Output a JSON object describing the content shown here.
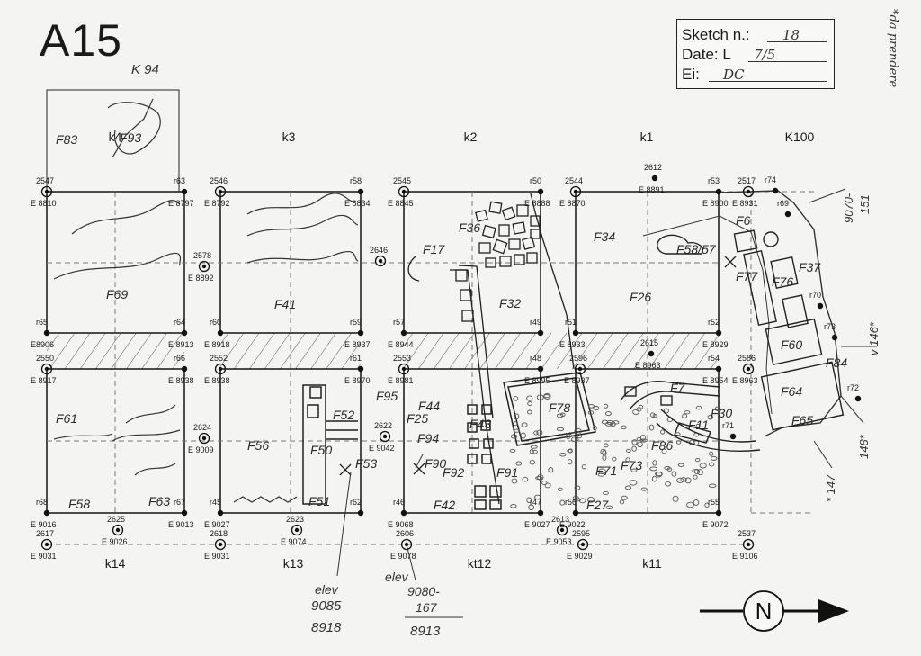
{
  "title": "A15",
  "info_box": {
    "sketch_label": "Sketch n.:",
    "sketch_value": "18",
    "date_label": "Date: L",
    "date_value": "7/5",
    "ei_label": "Ei:",
    "ei_value": "DC"
  },
  "side_note": "*da prendere",
  "north_label": "N",
  "unit_labels_top": [
    {
      "label": "k4"
    },
    {
      "label": "k3"
    },
    {
      "label": "k2"
    },
    {
      "label": "k1"
    },
    {
      "label": "K100"
    }
  ],
  "unit_labels_bottom": [
    {
      "label": "k14"
    },
    {
      "label": "k13"
    },
    {
      "label": "kt12"
    },
    {
      "label": "k11"
    }
  ],
  "grid_points": [
    {
      "num": "2547",
      "elev": "E 8810"
    },
    {
      "num": "r63",
      "elev": "E 8797"
    },
    {
      "num": "2546",
      "elev": "E 8792"
    },
    {
      "num": "r58",
      "elev": "E 8834"
    },
    {
      "num": "2545",
      "elev": "E 8845"
    },
    {
      "num": "r50",
      "elev": "E 8888"
    },
    {
      "num": "2544",
      "elev": "E 8870"
    },
    {
      "num": "2612",
      "elev": "E 8891"
    },
    {
      "num": "r53",
      "elev": "E 8900"
    },
    {
      "num": "2517",
      "elev": "E 8931"
    },
    {
      "num": "2578",
      "elev": "E 8892"
    },
    {
      "num": "2646",
      "elev": ""
    },
    {
      "num": "r65",
      "elev": "E8906"
    },
    {
      "num": "r64",
      "elev": "E 8913"
    },
    {
      "num": "r60",
      "elev": "E 8918"
    },
    {
      "num": "r59",
      "elev": "E 8937"
    },
    {
      "num": "r57",
      "elev": "E 8944"
    },
    {
      "num": "r49",
      "elev": ""
    },
    {
      "num": "r51",
      "elev": "E 8933"
    },
    {
      "num": "r52",
      "elev": "E 8929"
    },
    {
      "num": "2615",
      "elev": "E 8963"
    },
    {
      "num": "2550",
      "elev": "E 8917"
    },
    {
      "num": "r66",
      "elev": "E 8938"
    },
    {
      "num": "2552",
      "elev": "E 8938"
    },
    {
      "num": "r61",
      "elev": "E 8970"
    },
    {
      "num": "2553",
      "elev": "E 8981"
    },
    {
      "num": "r48",
      "elev": "E 8995"
    },
    {
      "num": "2596",
      "elev": "E 8937"
    },
    {
      "num": "r54",
      "elev": "E 8954"
    },
    {
      "num": "2586",
      "elev": "E 8963"
    },
    {
      "num": "2624",
      "elev": "E 9009"
    },
    {
      "num": "2622",
      "elev": "E 9042"
    },
    {
      "num": "r68",
      "elev": "E 9016"
    },
    {
      "num": "r67",
      "elev": "E 9013"
    },
    {
      "num": "r45",
      "elev": "E 9027"
    },
    {
      "num": "r62",
      "elev": ""
    },
    {
      "num": "r46",
      "elev": "E 9068"
    },
    {
      "num": "r47",
      "elev": "E 9027"
    },
    {
      "num": "r56",
      "elev": "E 9022"
    },
    {
      "num": "r55",
      "elev": "E 9072"
    },
    {
      "num": "2625",
      "elev": "E 9026"
    },
    {
      "num": "2617",
      "elev": "E 9031"
    },
    {
      "num": "2618",
      "elev": "E 9031"
    },
    {
      "num": "2623",
      "elev": "E 9074"
    },
    {
      "num": "2606",
      "elev": "E 9078"
    },
    {
      "num": "2613",
      "elev": "E 9053"
    },
    {
      "num": "2595",
      "elev": "E 9029"
    },
    {
      "num": "2537",
      "elev": "E 9106"
    },
    {
      "num": "r74",
      "elev": ""
    },
    {
      "num": "r69",
      "elev": ""
    },
    {
      "num": "r70",
      "elev": ""
    },
    {
      "num": "r73",
      "elev": ""
    },
    {
      "num": "r72",
      "elev": ""
    },
    {
      "num": "r71",
      "elev": ""
    }
  ],
  "features": [
    "F83",
    "F93",
    "F69",
    "F41",
    "F17",
    "F36",
    "F34",
    "F32",
    "F26",
    "F58/57",
    "F6",
    "F77",
    "F76",
    "F37",
    "F60",
    "F64",
    "F65",
    "F61",
    "F58",
    "F63",
    "F56",
    "F52",
    "F50",
    "F51",
    "F53",
    "F95",
    "F44",
    "F25",
    "F94",
    "F43",
    "F90",
    "F91",
    "F92",
    "F42",
    "F78",
    "F71",
    "F7",
    "F30",
    "F11",
    "F86",
    "F27",
    "F73",
    "F84"
  ],
  "annotations": {
    "k94": "K 94",
    "elev_a_label": "elev",
    "elev_a_1": "9085",
    "elev_a_2": "8918",
    "elev_b_label": "elev",
    "elev_b_1": "9080-",
    "elev_b_2": "167",
    "elev_b_3": "8913",
    "right_1": "9070-",
    "right_2": "151",
    "right_3": "v 146*",
    "right_4": "148*",
    "right_5": "* 147"
  }
}
